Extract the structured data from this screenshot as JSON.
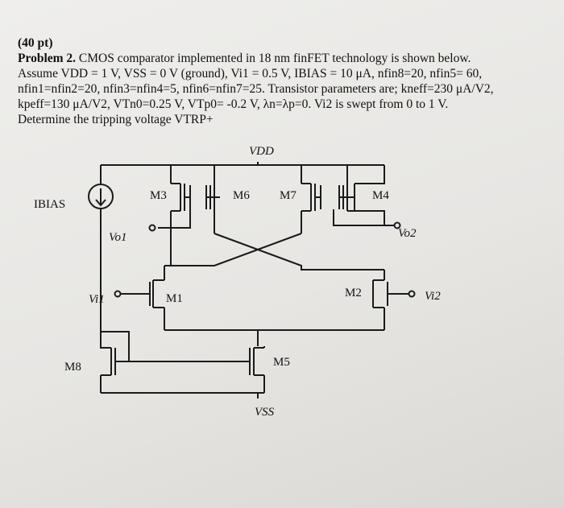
{
  "problem": {
    "points": "(40 pt)",
    "title": "Problem 2.",
    "line1": "CMOS comparator implemented in 18 nm finFET technology is shown below.",
    "line2": "Assume VDD = 1 V, VSS = 0 V (ground), Vi1 = 0.5 V, IBIAS = 10 μA, nfin8=20, nfin5= 60,",
    "line3": "nfin1=nfin2=20, nfin3=nfin4=5, nfin6=nfin7=25. Transistor parameters are; kneff=230 μA/V2,",
    "line4": "kpeff=130 μA/V2, VTn0=0.25 V, VTp0= -0.2 V, λn=λp=0. Vi2 is swept from 0 to 1 V.",
    "line5": "Determine the tripping voltage VTRP+"
  },
  "circuit": {
    "vdd": "VDD",
    "vss": "VSS",
    "ibias": "IBIAS",
    "m1": "M1",
    "m2": "M2",
    "m3": "M3",
    "m4": "M4",
    "m5": "M5",
    "m6": "M6",
    "m7": "M7",
    "m8": "M8",
    "vo1": "Vo1",
    "vo2": "Vo2",
    "vi1": "Vi1",
    "vi2": "Vi2"
  }
}
